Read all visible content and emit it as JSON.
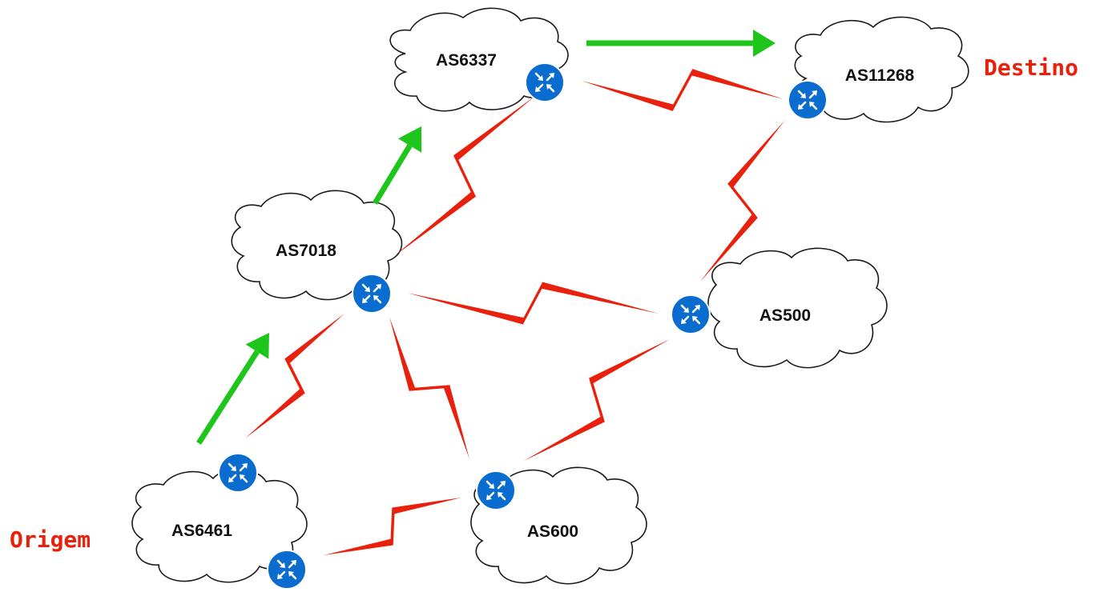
{
  "diagram": {
    "colors": {
      "link": "#e8200c",
      "route": "#1ec51a",
      "router": "#0a6ccf",
      "router_border": "#ffffff",
      "endpoint_text": "#e8200c",
      "cloud_stroke": "#1a1a1a"
    },
    "systems": {
      "as6337": {
        "label": "AS6337"
      },
      "as11268": {
        "label": "AS11268"
      },
      "as7018": {
        "label": "AS7018"
      },
      "as500": {
        "label": "AS500"
      },
      "as6461": {
        "label": "AS6461"
      },
      "as600": {
        "label": "AS600"
      }
    },
    "endpoints": {
      "origin": "Origem",
      "destination": "Destino"
    },
    "router_icon": "router-icon",
    "link_icon": "lightning-link-icon",
    "route_icon": "route-arrow-icon"
  }
}
